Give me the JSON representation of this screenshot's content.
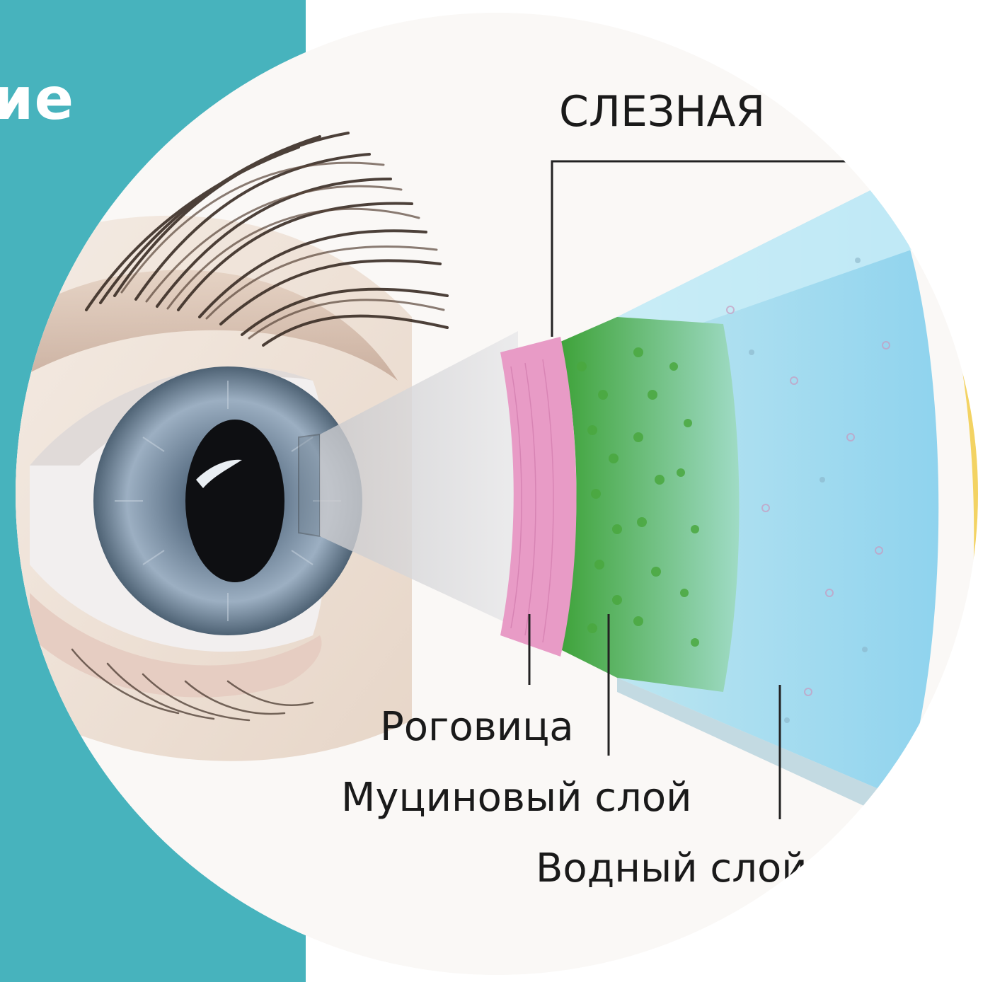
{
  "panel": {
    "title_fragment": "ие",
    "color": "#47b3bd"
  },
  "diagram": {
    "header_label": "СЛЕЗНАЯ",
    "labels": {
      "cornea": "Роговица",
      "mucin_layer": "Муциновый слой",
      "aqueous_layer": "Водный слой"
    },
    "colors": {
      "cornea": "#e89bc6",
      "mucin": "#5fb84a",
      "aqueous": "#a9dff0",
      "lipid": "#f3d363",
      "iris": "#7f95ab",
      "skin": "#f1e6dd"
    }
  }
}
